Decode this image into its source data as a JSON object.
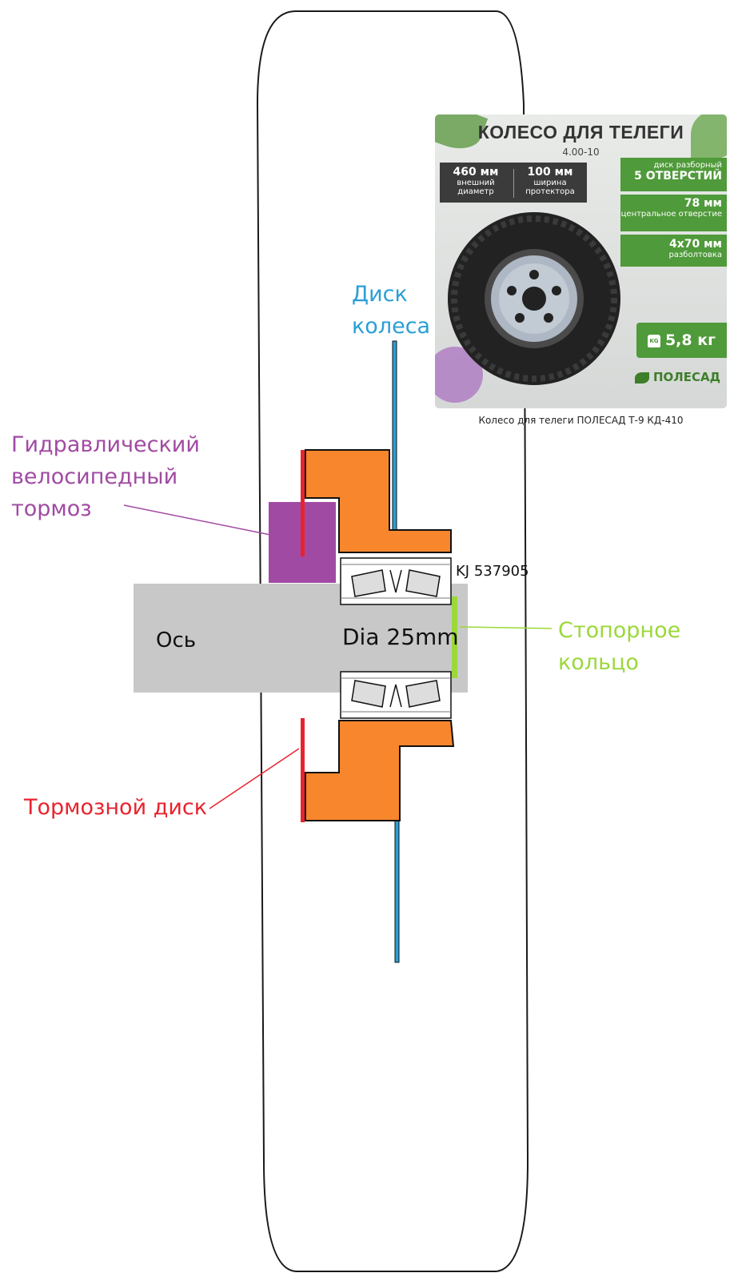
{
  "labels": {
    "axle": "Ось",
    "axle_dia": "Dia 25mm",
    "bearing": "KJ 537905",
    "retaining_ring": "Стопорное\nкольцо",
    "wheel_disk": "Диск\nколеса",
    "hydraulic_brake": "Гидравлический\nвелосипедный\nтормоз",
    "brake_disc": "Тормозной диск"
  },
  "colors": {
    "hub": "#f7862c",
    "wheel_disk": "#2a9fd6",
    "brake_disc": "#e8232e",
    "caliper": "#a14aa3",
    "axle": "#c8c8c8",
    "retaining_ring": "#9bd83a",
    "tire_outline": "#1a1a1a"
  },
  "product": {
    "title": "КОЛЕСО ДЛЯ ТЕЛЕГИ",
    "size": "4.00-10",
    "specs_left": [
      {
        "value": "460 мм",
        "desc": "внешний диаметр"
      },
      {
        "value": "100 мм",
        "desc": "ширина протектора"
      }
    ],
    "specs_right": [
      {
        "desc": "диск разборный",
        "value": "5 ОТВЕРСТИЙ"
      },
      {
        "value": "78 мм",
        "desc": "центральное отверстие"
      },
      {
        "value": "4x70 мм",
        "desc": "разболтовка"
      }
    ],
    "weight": "5,8 кг",
    "weight_icon": "weight-kg-icon",
    "brand": "ПОЛЕСАД",
    "caption": "Колесо для телеги ПОЛЕСАД Т-9 КД-410"
  }
}
